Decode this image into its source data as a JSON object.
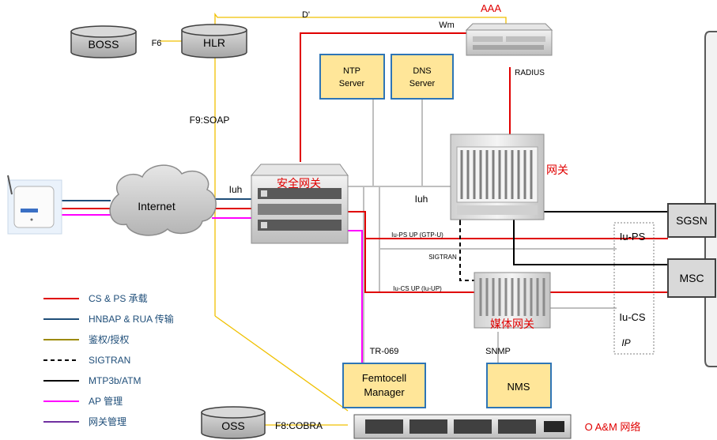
{
  "nodes": {
    "boss": "BOSS",
    "hlr": "HLR",
    "oss": "OSS",
    "internet": "Internet",
    "ntp": [
      "NTP",
      "Server"
    ],
    "dns": [
      "DNS",
      "Server"
    ],
    "femto_mgr": [
      "Femtocell",
      "Manager"
    ],
    "nms": "NMS",
    "sgsn": "SGSN",
    "msc": "MSC",
    "aaa": "AAA",
    "sec_gw": "安全网关",
    "gateway": "网关",
    "media_gw": "媒体网关",
    "oam": "O A&M 网络"
  },
  "links": {
    "d_prime": "D'",
    "wm": "Wm",
    "f6": "F6",
    "f9": "F9:SOAP",
    "f8": "F8:COBRA",
    "radius": "RADIUS",
    "iuh_left": "Iuh",
    "iuh_mid": "Iuh",
    "iu_ps_up": "Iu-PS UP (GTP-U)",
    "sigtran": "SIGTRAN",
    "iu_cs_up": "Iu-CS UP (Iu-UP)",
    "tr069": "TR-069",
    "snmp": "SNMP",
    "iu_ps": "Iu-PS",
    "iu_cs": "Iu-CS",
    "ip": "IP"
  },
  "legend": [
    {
      "label": "CS & PS 承载",
      "color": "#e00000",
      "style": "solid"
    },
    {
      "label": "HNBAP & RUA 传输",
      "color": "#1f4e79",
      "style": "solid"
    },
    {
      "label": "鉴权/授权",
      "color": "#9c8a00",
      "style": "solid"
    },
    {
      "label": "SIGTRAN",
      "color": "#000000",
      "style": "dashed"
    },
    {
      "label": "MTP3b/ATM",
      "color": "#000000",
      "style": "solid"
    },
    {
      "label": "AP 管理",
      "color": "#ff00ff",
      "style": "solid"
    },
    {
      "label": "网关管理",
      "color": "#7030a0",
      "style": "solid"
    }
  ],
  "colors": {
    "red": "#e00000",
    "blue": "#1f4e79",
    "yellow_line": "#f0c000",
    "box_fill": "#ffe699",
    "box_border": "#2e75b6",
    "grey_line": "#bfbfbf",
    "magenta": "#ff00ff",
    "purple": "#7030a0"
  }
}
